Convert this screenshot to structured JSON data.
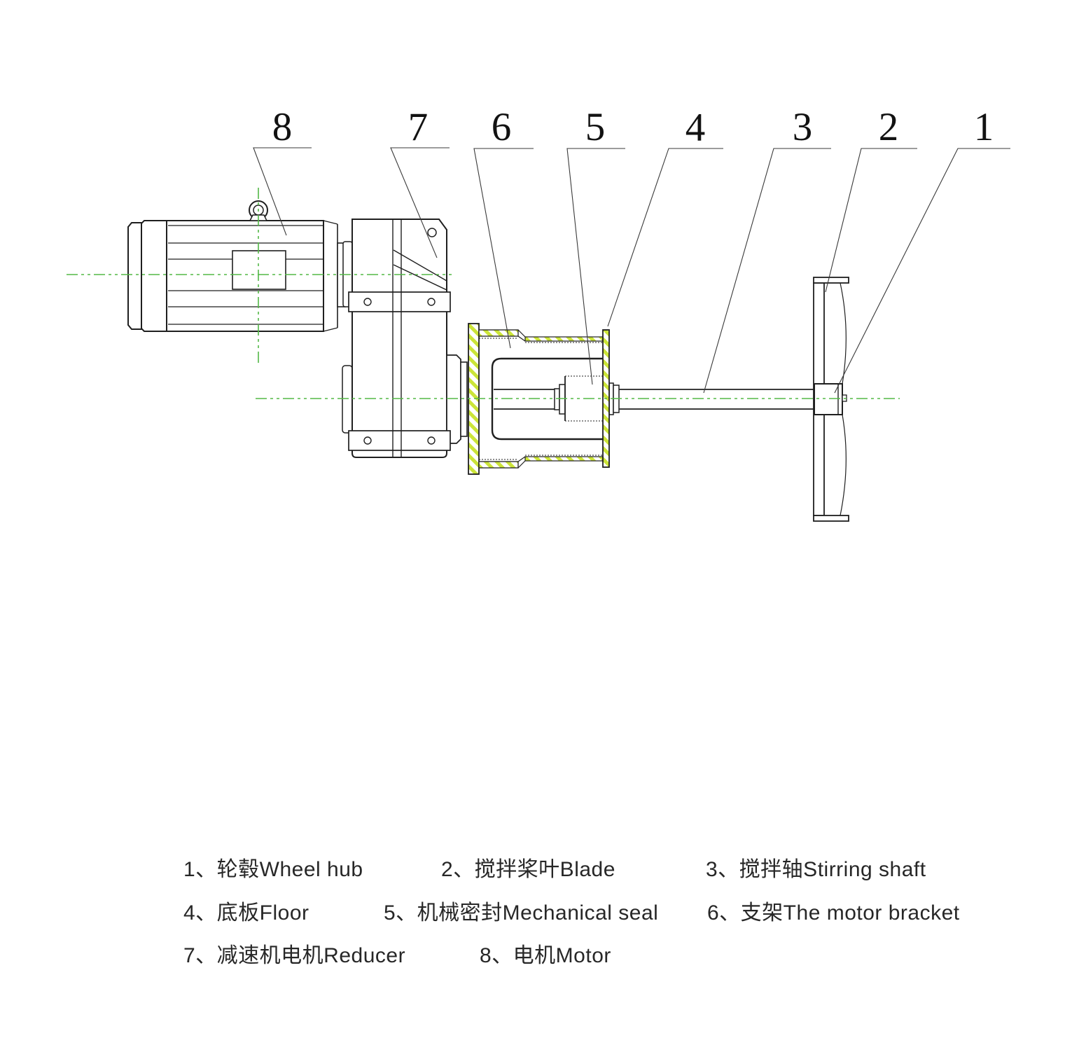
{
  "drawing": {
    "kind": "technical-assembly-drawing",
    "colors": {
      "line": "#1f1f1f",
      "leader_line": "#3a3a3a",
      "centerline_green": "#53b847",
      "hatch_yellow_green": "#cbe438",
      "background": "#ffffff"
    }
  },
  "callouts": [
    {
      "number": "8"
    },
    {
      "number": "7"
    },
    {
      "number": "6"
    },
    {
      "number": "5"
    },
    {
      "number": "4"
    },
    {
      "number": "3"
    },
    {
      "number": "2"
    },
    {
      "number": "1"
    }
  ],
  "legend": {
    "items": [
      {
        "text": "1、轮毂Wheel hub"
      },
      {
        "text": "2、搅拌桨叶Blade"
      },
      {
        "text": "3、搅拌轴Stirring shaft"
      },
      {
        "text": "4、底板Floor"
      },
      {
        "text": "5、机械密封Mechanical seal"
      },
      {
        "text": "6、支架The motor bracket"
      },
      {
        "text": "7、减速机电机Reducer"
      },
      {
        "text": "8、电机Motor"
      }
    ]
  }
}
